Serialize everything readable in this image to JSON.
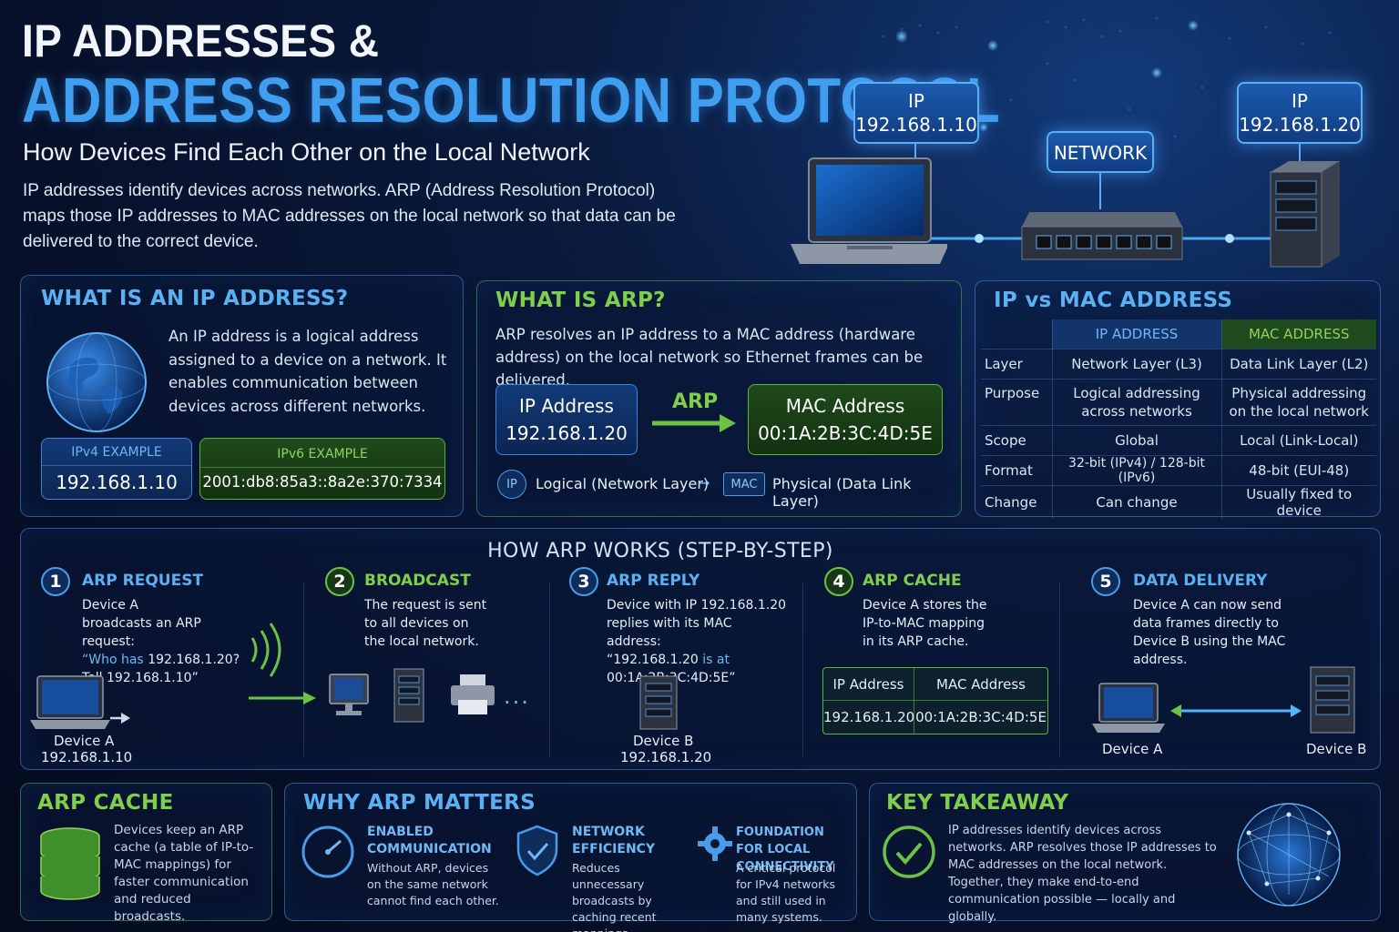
{
  "header": {
    "title_line1": "IP ADDRESSES &",
    "title_line2": "ADDRESS RESOLUTION PROTOCOL",
    "subtitle": "How Devices Find Each Other on the Local Network",
    "intro": "IP addresses identify devices across networks. ARP (Address Resolution Protocol) maps those IP addresses to MAC addresses on the local network so that data can be delivered to the correct device."
  },
  "hero": {
    "left_label": "IP",
    "left_ip": "192.168.1.10",
    "center_label": "NETWORK",
    "right_label": "IP",
    "right_ip": "192.168.1.20"
  },
  "ip_panel": {
    "title": "WHAT IS AN IP ADDRESS?",
    "text": "An IP address is a logical address assigned to a device on a network. It enables communication between devices across different networks.",
    "ipv4_label": "IPv4 EXAMPLE",
    "ipv4_value": "192.168.1.10",
    "ipv6_label": "IPv6 EXAMPLE",
    "ipv6_value": "2001:db8:85a3::8a2e:370:7334"
  },
  "arp_panel": {
    "title": "WHAT IS ARP?",
    "text": "ARP resolves an IP address to a MAC address (hardware address) on the local network so Ethernet frames can be delivered.",
    "ip_box_label": "IP Address",
    "ip_box_value": "192.168.1.20",
    "arrow_label": "ARP",
    "mac_box_label": "MAC Address",
    "mac_box_value": "00:1A:2B:3C:4D:5E",
    "ip_icon": "IP",
    "logical": "Logical (Network Layer)",
    "arrow": "→",
    "mac_icon": "MAC",
    "physical": "Physical (Data Link Layer)"
  },
  "compare_panel": {
    "title": "IP vs MAC ADDRESS",
    "col_ip": "IP ADDRESS",
    "col_mac": "MAC ADDRESS",
    "rows": [
      {
        "label": "Layer",
        "ip": "Network Layer (L3)",
        "mac": "Data Link Layer (L2)"
      },
      {
        "label": "Purpose",
        "ip": "Logical addressing across networks",
        "mac": "Physical addressing on the local network"
      },
      {
        "label": "Scope",
        "ip": "Global",
        "mac": "Local (Link-Local)"
      },
      {
        "label": "Format",
        "ip": "32-bit (IPv4) / 128-bit (IPv6)",
        "mac": "48-bit (EUI-48)"
      },
      {
        "label": "Change",
        "ip": "Can change",
        "mac": "Usually fixed to device"
      }
    ]
  },
  "steps_panel": {
    "title": "HOW ARP WORKS (STEP-BY-STEP)",
    "steps": [
      {
        "num": "1",
        "title": "ARP REQUEST",
        "text_a": "Device A broadcasts an ARP request:",
        "text_q1": "“Who has ",
        "text_q2": "192.168.1.20?",
        "text_q3": "Tell 192.168.1.10”"
      },
      {
        "num": "2",
        "title": "BROADCAST",
        "text": "The request is sent to all devices on the local network."
      },
      {
        "num": "3",
        "title": "ARP REPLY",
        "text_a": "Device with IP 192.168.1.20 replies with its MAC address:",
        "text_q1": "“192.168.1.20",
        "text_q2": " is at",
        "text_q3": "00:1A:2B:3C:4D:5E”"
      },
      {
        "num": "4",
        "title": "ARP CACHE",
        "text": "Device A stores the IP-to-MAC mapping in its ARP cache."
      },
      {
        "num": "5",
        "title": "DATA DELIVERY",
        "text": "Device A can now send data frames directly to Device B using the MAC address."
      }
    ],
    "device_a": "Device A",
    "device_a_ip": "192.168.1.10",
    "device_b": "Device B",
    "device_b_ip": "192.168.1.20",
    "ellipsis": "...",
    "cache_h_ip": "IP Address",
    "cache_h_mac": "MAC Address",
    "cache_ip": "192.168.1.20",
    "cache_mac": "00:1A:2B:3C:4D:5E",
    "deliver_a": "Device A",
    "deliver_b": "Device B"
  },
  "cache_panel": {
    "title": "ARP CACHE",
    "text": "Devices keep an ARP cache (a table of IP-to-MAC mappings) for faster communication and reduced broadcasts."
  },
  "why_panel": {
    "title": "WHY ARP MATTERS",
    "items": [
      {
        "title": "ENABLED COMMUNICATION",
        "text": "Without ARP, devices on the same network cannot find each other."
      },
      {
        "title": "NETWORK EFFICIENCY",
        "text": "Reduces unnecessary broadcasts by caching recent mappings."
      },
      {
        "title": "FOUNDATION FOR LOCAL CONNECTIVITY",
        "text": "A critical protocol for IPv4 networks and still used in many systems."
      }
    ]
  },
  "takeaway_panel": {
    "title": "KEY TAKEAWAY",
    "text": "IP addresses identify devices across networks. ARP resolves those IP addresses to MAC addresses on the local network. Together, they make end-to-end communication possible — locally and globally."
  },
  "colors": {
    "accent_blue": "#5bb0f2",
    "accent_green": "#7fcf4a",
    "background": "#06102a"
  }
}
